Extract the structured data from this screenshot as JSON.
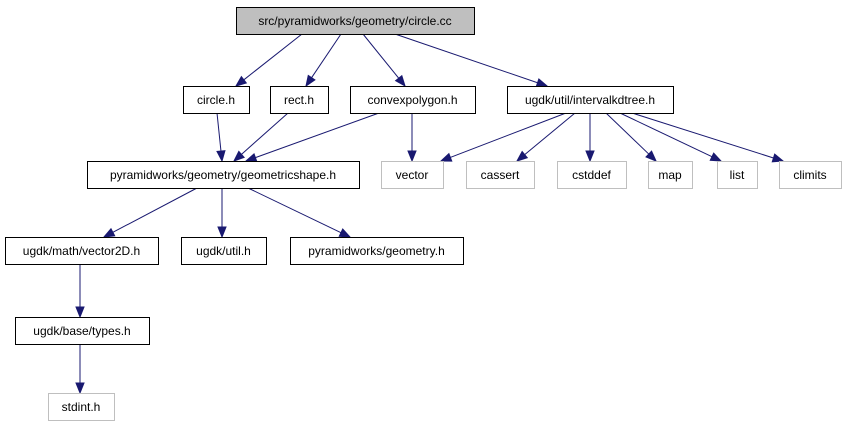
{
  "graph": {
    "colors": {
      "edge": "#191970",
      "root_fill": "#bfbfbf",
      "node_border": "#000000",
      "external_border": "#bfbfbf",
      "node_fill": "#ffffff"
    },
    "nodes": [
      {
        "id": "root",
        "label": "src/pyramidworks/geometry/circle.cc",
        "kind": "root"
      },
      {
        "id": "circle_h",
        "label": "circle.h",
        "kind": "file"
      },
      {
        "id": "rect_h",
        "label": "rect.h",
        "kind": "file"
      },
      {
        "id": "convexpolygon_h",
        "label": "convexpolygon.h",
        "kind": "file"
      },
      {
        "id": "intervalkdtree_h",
        "label": "ugdk/util/intervalkdtree.h",
        "kind": "file"
      },
      {
        "id": "geometricshape_h",
        "label": "pyramidworks/geometry/geometricshape.h",
        "kind": "file"
      },
      {
        "id": "vector",
        "label": "vector",
        "kind": "external"
      },
      {
        "id": "cassert",
        "label": "cassert",
        "kind": "external"
      },
      {
        "id": "cstddef",
        "label": "cstddef",
        "kind": "external"
      },
      {
        "id": "map",
        "label": "map",
        "kind": "external"
      },
      {
        "id": "list",
        "label": "list",
        "kind": "external"
      },
      {
        "id": "climits",
        "label": "climits",
        "kind": "external"
      },
      {
        "id": "vector2d_h",
        "label": "ugdk/math/vector2D.h",
        "kind": "file"
      },
      {
        "id": "util_h",
        "label": "ugdk/util.h",
        "kind": "file"
      },
      {
        "id": "geometry_h",
        "label": "pyramidworks/geometry.h",
        "kind": "file"
      },
      {
        "id": "types_h",
        "label": "ugdk/base/types.h",
        "kind": "file"
      },
      {
        "id": "stdint_h",
        "label": "stdint.h",
        "kind": "external"
      }
    ],
    "edges": [
      {
        "from": "root",
        "to": "circle_h"
      },
      {
        "from": "root",
        "to": "rect_h"
      },
      {
        "from": "root",
        "to": "convexpolygon_h"
      },
      {
        "from": "root",
        "to": "intervalkdtree_h"
      },
      {
        "from": "circle_h",
        "to": "geometricshape_h"
      },
      {
        "from": "rect_h",
        "to": "geometricshape_h"
      },
      {
        "from": "convexpolygon_h",
        "to": "geometricshape_h"
      },
      {
        "from": "convexpolygon_h",
        "to": "vector"
      },
      {
        "from": "intervalkdtree_h",
        "to": "vector"
      },
      {
        "from": "intervalkdtree_h",
        "to": "cassert"
      },
      {
        "from": "intervalkdtree_h",
        "to": "cstddef"
      },
      {
        "from": "intervalkdtree_h",
        "to": "map"
      },
      {
        "from": "intervalkdtree_h",
        "to": "list"
      },
      {
        "from": "intervalkdtree_h",
        "to": "climits"
      },
      {
        "from": "geometricshape_h",
        "to": "vector2d_h"
      },
      {
        "from": "geometricshape_h",
        "to": "util_h"
      },
      {
        "from": "geometricshape_h",
        "to": "geometry_h"
      },
      {
        "from": "vector2d_h",
        "to": "types_h"
      },
      {
        "from": "types_h",
        "to": "stdint_h"
      }
    ]
  }
}
